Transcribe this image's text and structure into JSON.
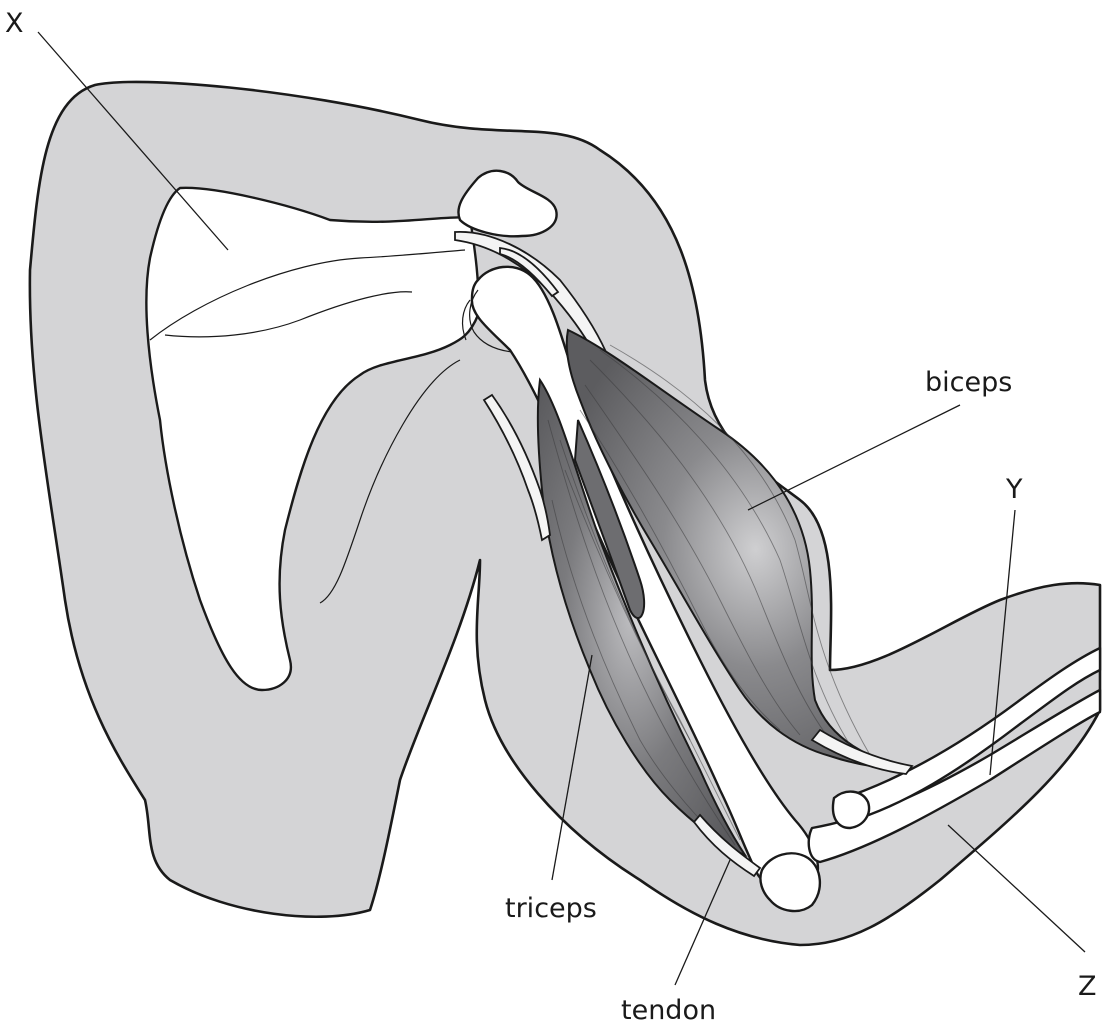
{
  "labels": {
    "x": "X",
    "y": "Y",
    "z": "Z",
    "biceps": "biceps",
    "triceps": "triceps",
    "tendon": "tendon"
  }
}
